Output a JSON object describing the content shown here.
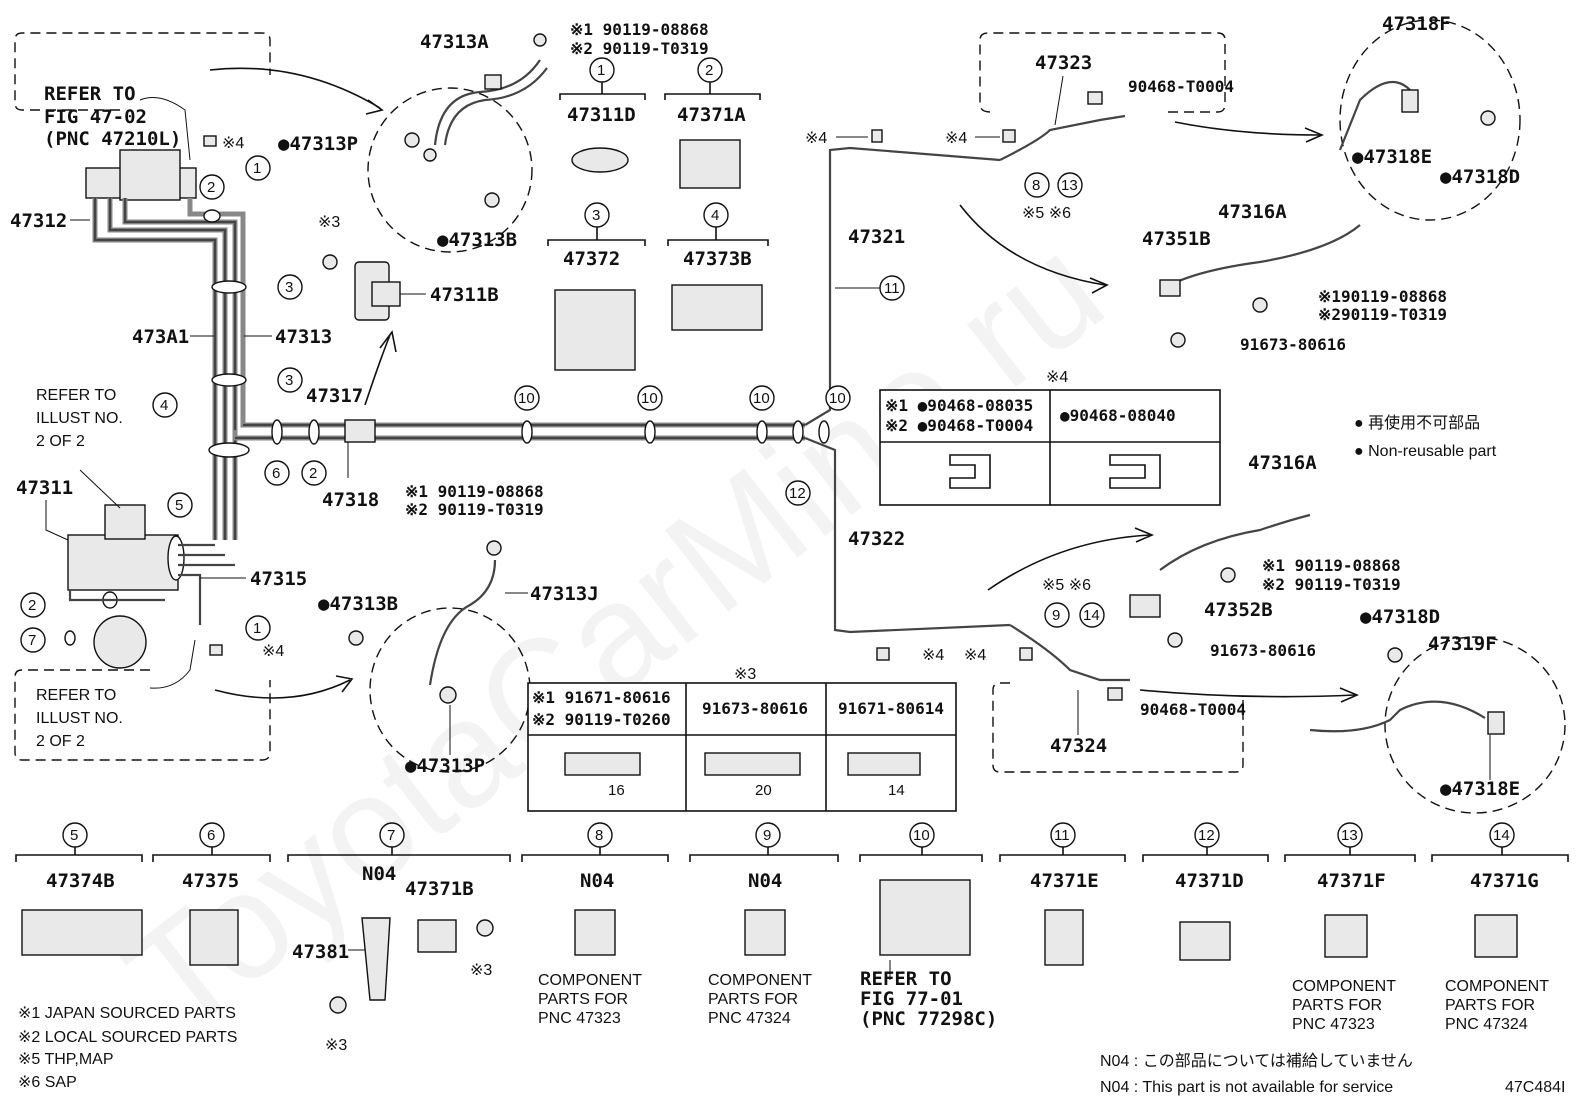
{
  "parts": {
    "47313A": "47313A",
    "47313P_top": "●47313P",
    "47313B_top": "●47313B",
    "47311D": "47311D",
    "47371A": "47371A",
    "47372": "47372",
    "47373B": "47373B",
    "47311B": "47311B",
    "47312": "47312",
    "473A1": "473A1",
    "47313": "47313",
    "47317": "47317",
    "47318": "47318",
    "47311": "47311",
    "47315": "47315",
    "47313J": "47313J",
    "47313B_bot": "●47313B",
    "47313P_bot": "●47313P",
    "47323": "47323",
    "47321": "47321",
    "47322": "47322",
    "47324": "47324",
    "47318F": "47318F",
    "47318E_top": "●47318E",
    "47318D_top": "●47318D",
    "47351B": "47351B",
    "47316A_top": "47316A",
    "47316A_bot": "47316A",
    "47352B": "47352B",
    "47318D_bot": "●47318D",
    "47319F": "47319F",
    "47318E_bot": "●47318E",
    "47381": "47381"
  },
  "numbers": {
    "n_90119_08868_a": "※1 90119-08868",
    "n_90119_T0319_a": "※2 90119-T0319",
    "n_90119_08868_b": "※1 90119-08868",
    "n_90119_T0319_b": "※2 90119-T0319",
    "n_90119_08868_c": "※1 90119-08868",
    "n_90119_T0319_c": "※2 90119-T0319",
    "n_90119_08868_d": "※190119-08868",
    "n_90119_T0319_d": "※290119-T0319",
    "n_90468_T0004_a": "90468-T0004",
    "n_90468_T0004_b": "90468-T0004",
    "n_91673_80616_a": "91673-80616",
    "n_91673_80616_b": "91673-80616",
    "s4_a": "※4",
    "s4_b": "※4",
    "s4_c": "※4",
    "s4_d": "※4",
    "s4_e": "※4",
    "s4_f": "※4",
    "s3_a": "※3",
    "s3_b": "※3",
    "s3_c": "※3",
    "s56_a": "※5 ※6",
    "s56_b": "※5 ※6"
  },
  "refs": {
    "ref_fig_47": [
      "REFER TO",
      "FIG 47-02",
      "(PNC 47210L)"
    ],
    "ref_illust_top": [
      "REFER TO",
      "ILLUST NO.",
      "2 OF 2"
    ],
    "ref_illust_bot": [
      "REFER TO",
      "ILLUST NO.",
      "2 OF 2"
    ],
    "ref_fig_77": [
      "REFER TO",
      "FIG 77-01",
      "(PNC 77298C)"
    ]
  },
  "clip_table": {
    "title": "※4",
    "left_l1": "※1 ●90468-08035",
    "left_l2": "※2 ●90468-T0004",
    "right": "●90468-08040"
  },
  "bolt_table": {
    "title": "※3",
    "c1_l1": "※1 91671-80616",
    "c1_l2": "※2 90119-T0260",
    "c2": "91673-80616",
    "c3": "91671-80614",
    "d1": "16",
    "d2": "20",
    "d3": "14"
  },
  "legend": {
    "l1": "● 再使用不可部品",
    "l2": "● Non-reusable part"
  },
  "bottom_items": [
    {
      "num": "5",
      "part": "47374B",
      "note": []
    },
    {
      "num": "6",
      "part": "47375",
      "note": []
    },
    {
      "num": "7",
      "part": "N04",
      "part2": "47371B",
      "note": []
    },
    {
      "num": "8",
      "part": "N04",
      "note": [
        "COMPONENT",
        "PARTS FOR",
        "PNC 47323"
      ]
    },
    {
      "num": "9",
      "part": "N04",
      "note": [
        "COMPONENT",
        "PARTS FOR",
        "PNC 47324"
      ]
    },
    {
      "num": "10",
      "part": "",
      "note": []
    },
    {
      "num": "11",
      "part": "47371E",
      "note": []
    },
    {
      "num": "12",
      "part": "47371D",
      "note": []
    },
    {
      "num": "13",
      "part": "47371F",
      "note": [
        "COMPONENT",
        "PARTS FOR",
        "PNC 47323"
      ]
    },
    {
      "num": "14",
      "part": "47371G",
      "note": [
        "COMPONENT",
        "PARTS FOR",
        "PNC 47324"
      ]
    }
  ],
  "footnotes": {
    "f1": "※1 JAPAN SOURCED PARTS",
    "f2": "※2 LOCAL SOURCED PARTS",
    "f5": "※5 THP,MAP",
    "f6": "※6 SAP",
    "n04_jp": "N04 :  この部品については補給していません",
    "n04_en": "N04 :  This part is not available for service",
    "code": "47C484I"
  },
  "watermark": "ToyotaCarMine.ru"
}
